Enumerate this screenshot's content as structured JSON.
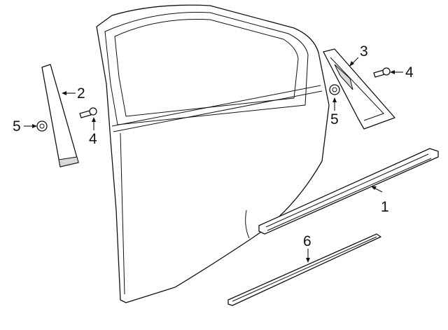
{
  "callouts": {
    "c1": "1",
    "c2": "2",
    "c3": "3",
    "c4a": "4",
    "c4b": "4",
    "c5a": "5",
    "c5b": "5",
    "c6": "6"
  },
  "colors": {
    "line": "#111111",
    "background": "#ffffff",
    "shade": "#d9d9d9"
  }
}
